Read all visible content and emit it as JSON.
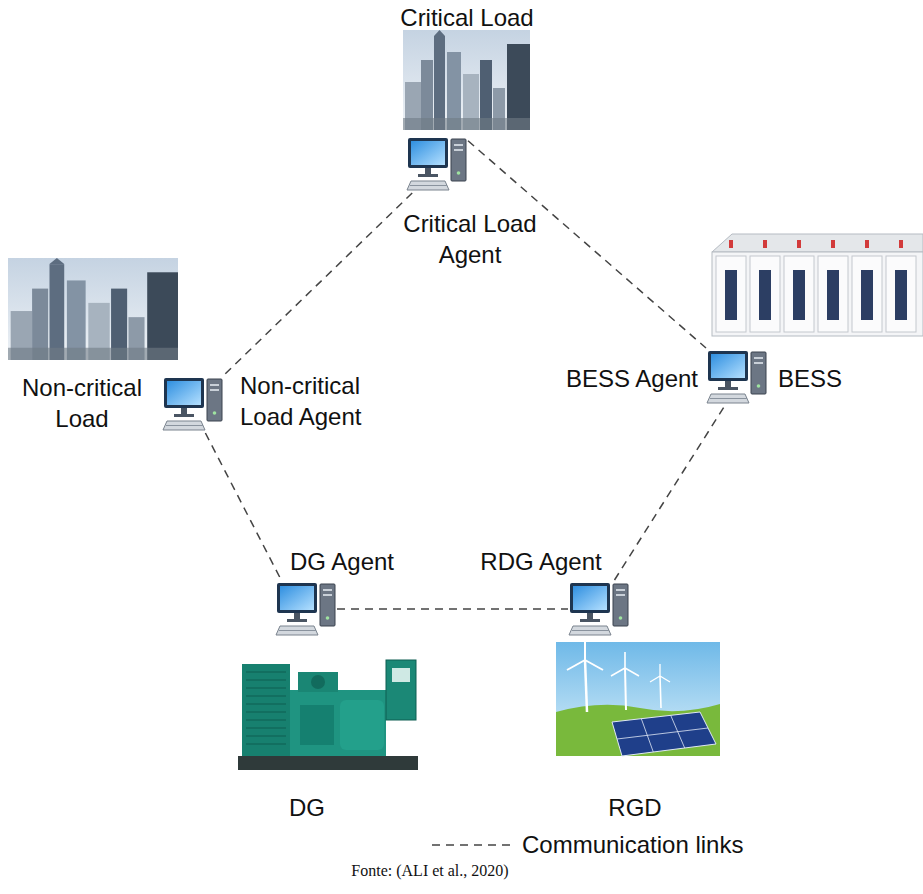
{
  "diagram": {
    "caption": "Fonte: (ALI et al., 2020)",
    "nodes": [
      {
        "text": [
          "Critical Load Agent"
        ]
      },
      {
        "text": [
          "Non-critical Load Agent"
        ]
      },
      {
        "text": [
          "BESS Agent"
        ]
      },
      {
        "text": [
          "DG Agent"
        ]
      },
      {
        "text": [
          "RDG Agent"
        ]
      }
    ],
    "edges": [
      {
        "from": 0,
        "to": 1,
        "arrow": "none"
      },
      {
        "from": 0,
        "to": 2,
        "arrow": "none"
      },
      {
        "from": 1,
        "to": 3,
        "arrow": "none"
      },
      {
        "from": 3,
        "to": 4,
        "arrow": "none"
      },
      {
        "from": 4,
        "to": 2,
        "arrow": "none"
      }
    ],
    "labels": [
      "Critical Load",
      "Non-critical Load",
      "BESS",
      "DG",
      "RGD"
    ],
    "legend": [
      {
        "text": "Communication links"
      }
    ]
  }
}
